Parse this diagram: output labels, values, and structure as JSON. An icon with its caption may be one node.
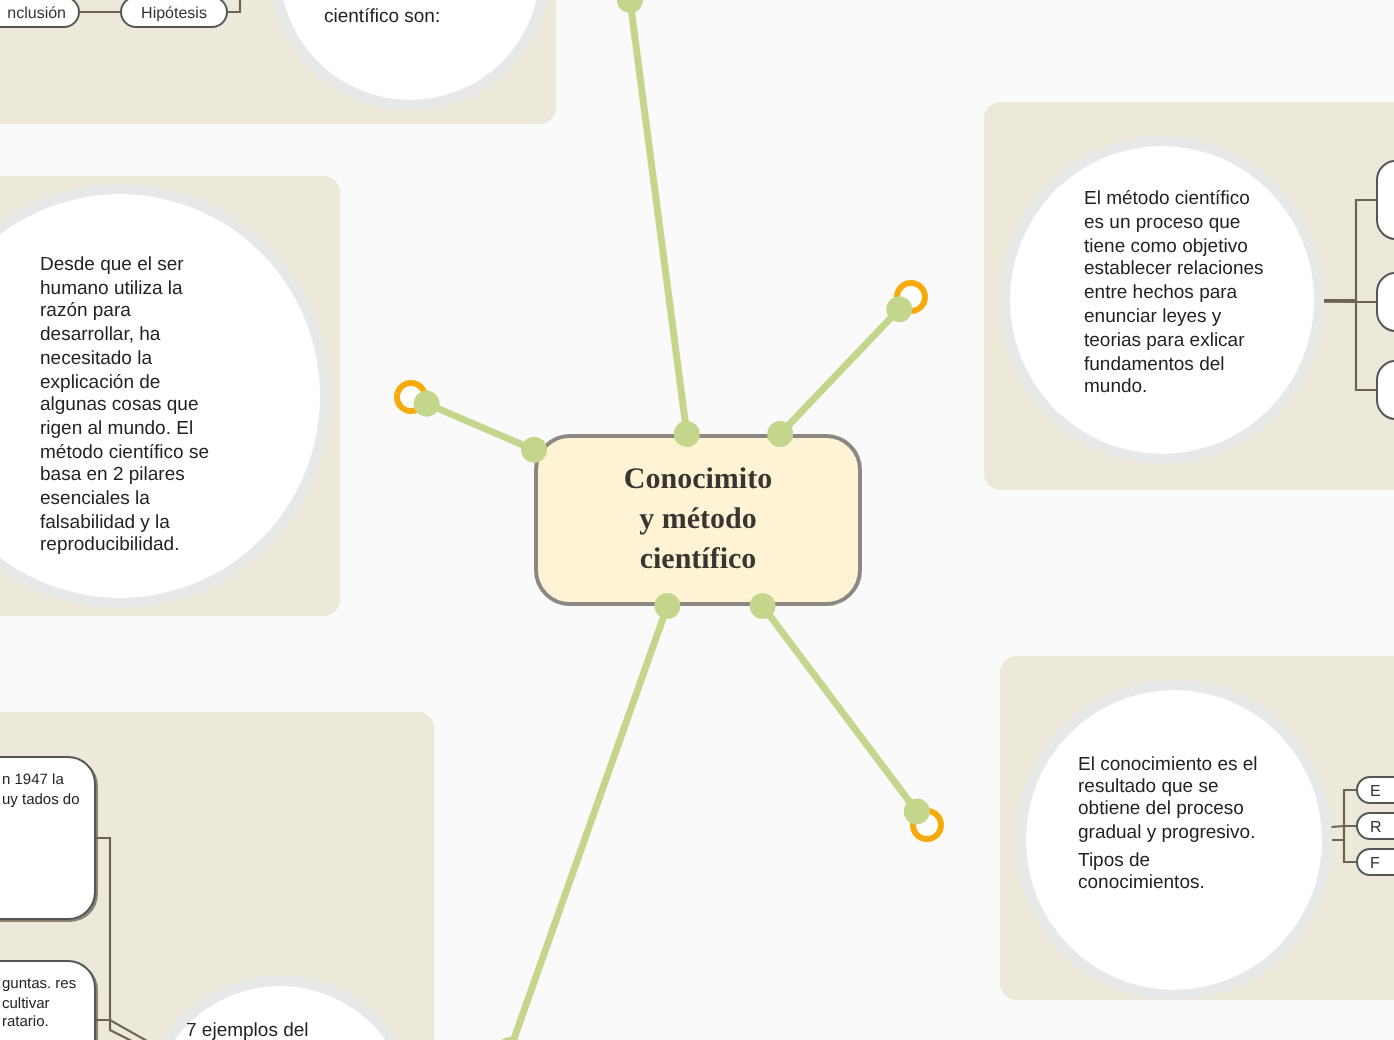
{
  "diagram": {
    "nodes": [
      {
        "text": [
          "Conocimito y método científico"
        ]
      },
      {
        "text": [],
        "shape": "box"
      },
      {
        "text": [
          "científico son:"
        ],
        "in": 1
      },
      {
        "text": [
          "nclusión"
        ],
        "in": 1
      },
      {
        "text": [
          "Hipótesis"
        ],
        "in": 1
      },
      {
        "text": [],
        "shape": "box"
      },
      {
        "text": [
          "Desde que el ser humano utiliza la razón para desarrollar, ha necesitado la explicación de algunas cosas que rigen al mundo. El método científico se basa en 2 pilares esenciales la falsabilidad y la reproducibilidad."
        ],
        "in": 5
      },
      {
        "text": [],
        "shape": "circle"
      },
      {
        "text": [],
        "shape": "box"
      },
      {
        "text": [
          "El método científico es un proceso que tiene como objetivo establecer relaciones entre hechos para enunciar leyes y teorias para exlicar fundamentos del mundo."
        ],
        "in": 8
      },
      {
        "text": [],
        "shape": "box",
        "in": 8
      },
      {
        "text": [],
        "shape": "box",
        "in": 8
      },
      {
        "text": [],
        "shape": "box",
        "in": 8
      },
      {
        "text": [],
        "shape": "circle"
      },
      {
        "text": [],
        "shape": "box"
      },
      {
        "text": [
          "El conocimiento es el resultado que se obtiene del proceso gradual y progresivo.",
          "Tipos de conocimientos."
        ],
        "in": 14
      },
      {
        "text": [
          "E"
        ],
        "in": 14
      },
      {
        "text": [
          "R"
        ],
        "in": 14
      },
      {
        "text": [
          "F"
        ],
        "in": 14
      },
      {
        "text": [],
        "shape": "circle"
      },
      {
        "text": [],
        "shape": "box"
      },
      {
        "text": [
          "n 1947 la uy tados do"
        ],
        "in": 20
      },
      {
        "text": [
          "guntas. res cultivar ratario."
        ],
        "in": 20
      },
      {
        "text": [
          "7 ejemplos del"
        ],
        "in": 20
      }
    ],
    "edges": [
      {
        "from": 0,
        "to": 7,
        "arrow": "other",
        "style": "thick",
        "color": "#c4d68c"
      },
      {
        "from": 0,
        "to": null,
        "arrow": "other",
        "style": "thick",
        "color": "#c4d68c"
      },
      {
        "from": 0,
        "to": 13,
        "arrow": "other",
        "style": "thick",
        "color": "#c4d68c"
      },
      {
        "from": 0,
        "to": 19,
        "arrow": "other",
        "style": "thick",
        "color": "#c4d68c"
      },
      {
        "from": 0,
        "to": null,
        "arrow": "other",
        "style": "thick",
        "color": "#c4d68c"
      },
      {
        "from": 3,
        "to": 4,
        "arrow": "none"
      },
      {
        "from": 4,
        "to": 2,
        "arrow": "none"
      },
      {
        "from": 9,
        "to": 10,
        "arrow": "none"
      },
      {
        "from": 9,
        "to": 11,
        "arrow": "none"
      },
      {
        "from": 9,
        "to": 12,
        "arrow": "none"
      },
      {
        "from": 15,
        "to": 16,
        "arrow": "none"
      },
      {
        "from": 15,
        "to": 17,
        "arrow": "none"
      },
      {
        "from": 15,
        "to": 18,
        "arrow": "none"
      },
      {
        "from": 23,
        "to": 21,
        "arrow": "none"
      },
      {
        "from": 23,
        "to": 22,
        "arrow": "none"
      }
    ]
  }
}
